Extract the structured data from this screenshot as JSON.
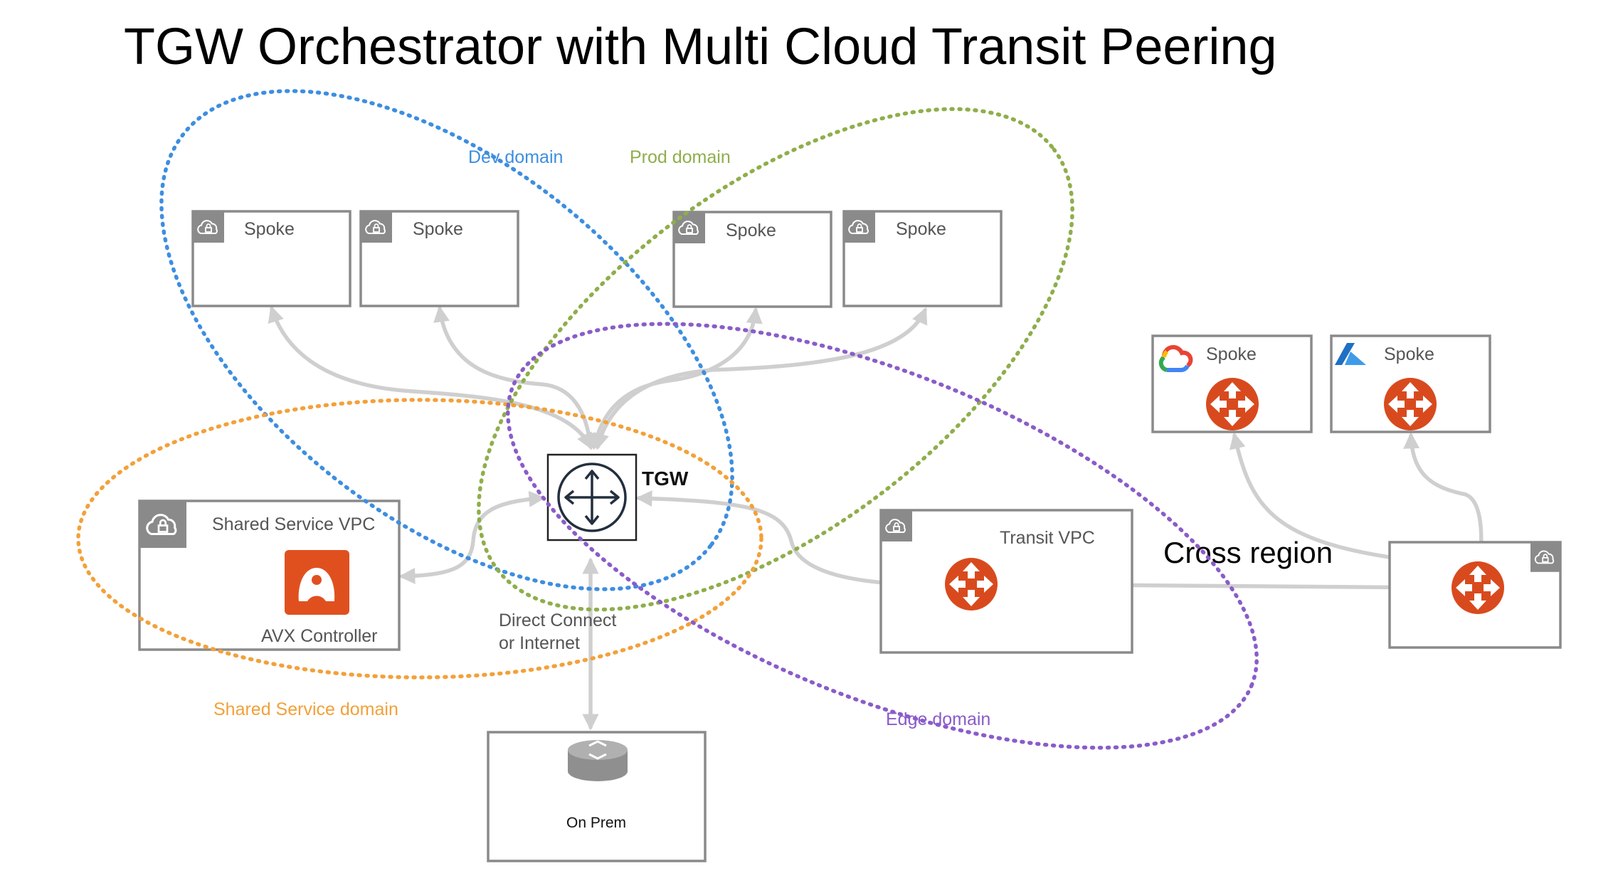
{
  "title": "TGW Orchestrator with Multi Cloud Transit Peering",
  "domains": {
    "dev": "Dev domain",
    "prod": "Prod domain",
    "shared": "Shared Service domain",
    "edge": "Edge domain"
  },
  "spokes": [
    "Spoke",
    "Spoke",
    "Spoke",
    "Spoke"
  ],
  "gcp_spoke": "Spoke",
  "azure_spoke": "Spoke",
  "tgw": "TGW",
  "shared_vpc": "Shared Service VPC",
  "controller": "AVX Controller",
  "transit_vpc": "Transit VPC",
  "cross_region": "Cross region",
  "link_line1": "Direct Connect",
  "link_line2": "or Internet",
  "on_prem": "On Prem",
  "colors": {
    "dev": "#3d8ee0",
    "prod": "#8fae4b",
    "shared": "#f2a13a",
    "edge": "#8a5cc9",
    "router": "#d84a1e",
    "connector": "#cfcfcf",
    "box_border": "#8a8a8a"
  },
  "icons": [
    "cloud-lock-icon",
    "tgw-icon",
    "router-icon",
    "avx-controller-icon",
    "gcp-icon",
    "azure-icon",
    "onprem-router-icon"
  ]
}
